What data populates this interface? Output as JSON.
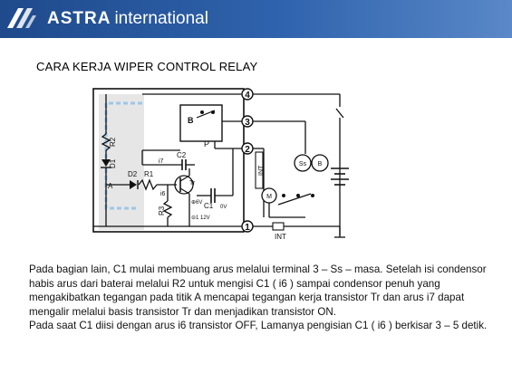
{
  "header": {
    "brand_bold": "ASTRA",
    "brand_light": "international"
  },
  "title": "CARA KERJA WIPER CONTROL RELAY",
  "diagram_labels": {
    "t4": "4",
    "t3": "3",
    "t2": "2",
    "t1": "1",
    "b": "B",
    "p": "P",
    "r2": "R2",
    "d1": "D1",
    "i7": "i7",
    "c2": "C2",
    "d2": "D2",
    "r1": "R1",
    "a": "A",
    "i6": "i6",
    "tr": "Tr",
    "r3": "R3",
    "c1": "C1",
    "ov": "0V",
    "plus6v": "⊕6V",
    "minus1": "⊖1",
    "v12": "12V",
    "int_vert": "INT",
    "int_bottom": "INT",
    "m": "M",
    "ss": "Ss",
    "b_circle": "B"
  },
  "paragraphs": [
    "Pada bagian lain, C1 mulai membuang arus melalui terminal 3 – Ss – masa. Setelah isi condensor habis arus dari baterai melalui R2 untuk mengisi C1 ( i6 ) sampai condensor penuh yang mengakibatkan tegangan pada titik A mencapai tegangan kerja transistor Tr dan arus i7 dapat mengalir melalui basis transistor Tr dan menjadikan transistor ON.",
    "Pada saat C1 diisi dengan arus i6 transistor OFF, Lamanya pengisian C1 ( i6 ) berkisar 3 – 5 detik."
  ]
}
